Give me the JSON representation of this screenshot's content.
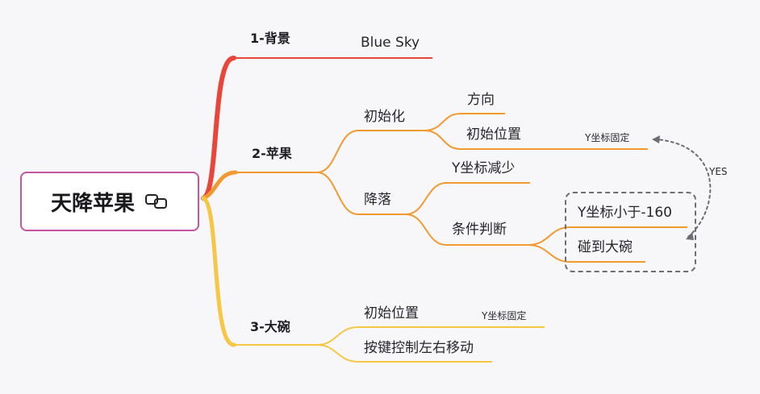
{
  "root": {
    "title": "天降苹果",
    "icon": "link-icon"
  },
  "branches": {
    "background": {
      "label": "1-背景",
      "children": {
        "sky": "Blue Sky"
      }
    },
    "apple": {
      "label": "2-苹果",
      "init": {
        "label": "初始化",
        "direction": "方向",
        "position": "初始位置",
        "position_note": "Y坐标固定"
      },
      "fall": {
        "label": "降落",
        "y_decrease": "Y坐标减少",
        "condition": "条件判断",
        "cond_y": "Y坐标小于-160",
        "cond_hit": "碰到大碗"
      }
    },
    "bowl": {
      "label": "3-大碗",
      "position": "初始位置",
      "position_note": "Y坐标固定",
      "keys": "按键控制左右移动"
    }
  },
  "relationship": {
    "label": "YES"
  },
  "colors": {
    "background_branch": "#e8463a",
    "apple_branch": "#f29a30",
    "bowl_branch": "#f6c744",
    "root_border": "#c8559f",
    "relation_line": "#6d6d74"
  }
}
